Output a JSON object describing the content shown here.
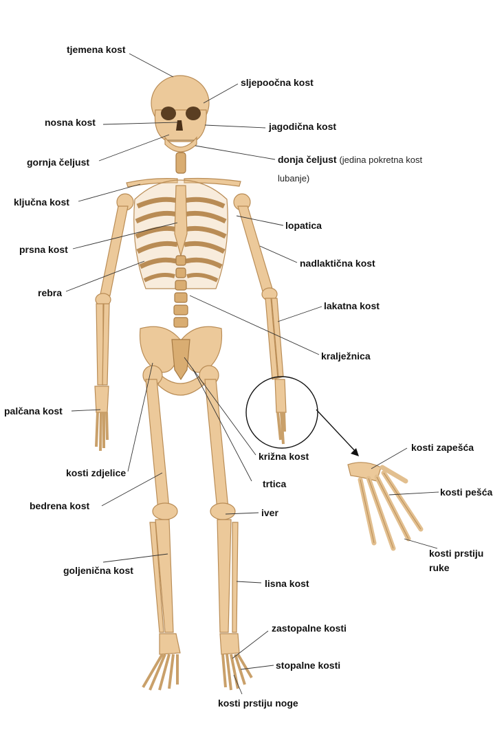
{
  "labels": {
    "tjemena": "tjemena kost",
    "sljepoocna": "sljepoočna kost",
    "nosna": "nosna kost",
    "jagodicna": "jagodična kost",
    "gornja_celjust": "gornja čeljust",
    "donja_celjust": "donja čeljust",
    "donja_celjust_note_1": "(jedina pokretna kost",
    "donja_celjust_note_2": "lubanje)",
    "kljucna": "ključna kost",
    "lopatica": "lopatica",
    "prsna": "prsna kost",
    "nadlakticna": "nadlaktična kost",
    "rebra": "rebra",
    "lakatna": "lakatna kost",
    "kraljeznica": "kralježnica",
    "palcana": "palčana kost",
    "krizna": "križna kost",
    "zdjelice": "kosti zdjelice",
    "trtica": "trtica",
    "bedrena": "bedrena kost",
    "iver": "iver",
    "goljenicna": "goljenična kost",
    "lisna": "lisna kost",
    "zastopalne": "zastopalne kosti",
    "stopalne": "stopalne kosti",
    "prsti_noge": "kosti prstiju noge",
    "zapesca": "kosti zapešća",
    "pesca": "kosti pešća",
    "prsti_ruke_1": "kosti prstiju",
    "prsti_ruke_2": "ruke"
  }
}
